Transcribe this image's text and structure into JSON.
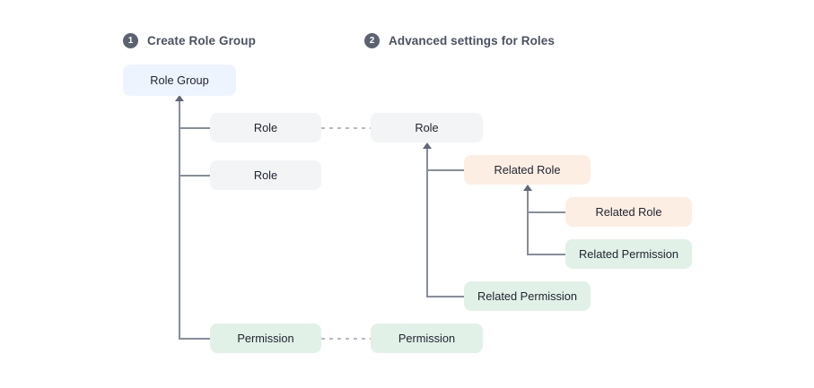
{
  "diagram": {
    "title_steps": [
      {
        "number": "1",
        "label": "Create Role Group"
      },
      {
        "number": "2",
        "label": "Advanced settings for Roles"
      }
    ],
    "nodes": {
      "role_group": "Role Group",
      "role_left_1": "Role",
      "role_left_2": "Role",
      "permission_left": "Permission",
      "role_right": "Role",
      "related_role_1": "Related Role",
      "related_role_2": "Related Role",
      "related_permission_1": "Related Permission",
      "related_permission_2": "Related Permission",
      "permission_right": "Permission"
    },
    "colors": {
      "role_group_bg": "#eef4fe",
      "role_bg": "#f3f4f5",
      "related_role_bg": "#fdeee3",
      "permission_bg": "#e2f1e7",
      "connector": "#868e9b",
      "dotted_connector": "#b4bac3",
      "badge_bg": "#5b6270",
      "heading_text": "#4a5160",
      "node_text": "#202532",
      "page_bg": "#ffffff"
    }
  }
}
